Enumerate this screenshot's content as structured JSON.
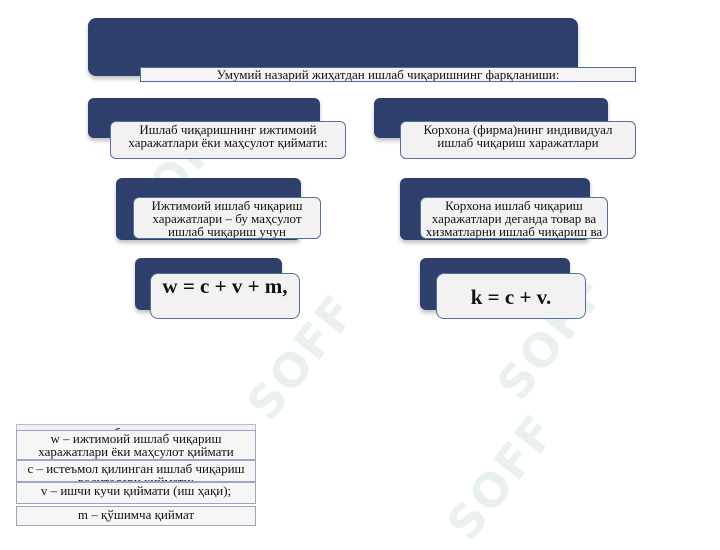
{
  "watermark": "SOFF",
  "title": "Умумий назарий жиҳатдан ишлаб чиқаришнинг фарқланиши:",
  "left": {
    "heading": "Ишлаб чиқаришнинг ижтимоий харажатлари ёки маҳсулот қиймати:",
    "definition": "Ижтимоий ишлаб чиқариш харажатлари – бу маҳсулот ишлаб чиқариш учун ижтимоий зарурий меҳнатнинг умумий (жонли ва буюмлашган) сарфи",
    "formula": "w = c + v + m,"
  },
  "right": {
    "heading": "Корхона (фирма)нинг индивидуал ишлаб чиқариш харажатлари",
    "definition": "Корхона ишлаб чиқариш харажатлари деганда товар ва хизматларни ишлаб чиқариш ва истеъмолчиларга етказиб беришга кетган харажатлар тушунилади",
    "formula": "k  =  c + v."
  },
  "legend": {
    "caption": "бу ерда:",
    "items": [
      "w – ижтимоий ишлаб чиқариш харажатлари ёки маҳсулот қиймати",
      "c – истеъмол қилинган ишлаб чиқариш воситалари қиймати;",
      "v – ишчи кучи қиймати (иш ҳақи);",
      "m – қўшимча қиймат"
    ]
  },
  "colors": {
    "banner": "#2e3f6c",
    "box_border": "#57709d",
    "box_fill": "#f2f2f2"
  }
}
